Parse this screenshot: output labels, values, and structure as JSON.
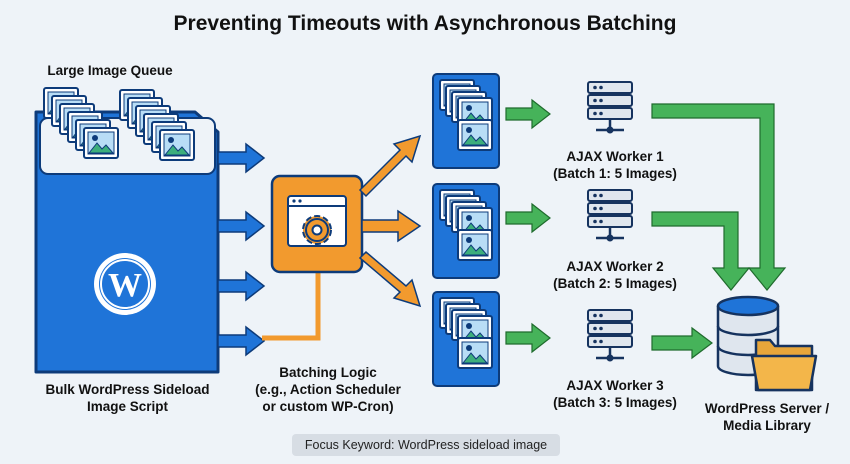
{
  "title": "Preventing Timeouts with Asynchronous Batching",
  "queue_label": "Large Image Queue",
  "script_label": [
    "Bulk WordPress Sideload",
    "Image Script"
  ],
  "batching_label": [
    "Batching Logic",
    "(e.g., Action Scheduler",
    "or custom WP-Cron)"
  ],
  "workers": [
    {
      "name": "AJAX Worker 1",
      "batch": "(Batch 1: 5 Images)"
    },
    {
      "name": "AJAX Worker 2",
      "batch": "(Batch 2: 5 Images)"
    },
    {
      "name": "AJAX Worker 3",
      "batch": "(Batch 3: 5 Images)"
    }
  ],
  "server_label": [
    "WordPress Server /",
    "Media Library"
  ],
  "keyword": "Focus Keyword: WordPress sideload image",
  "colors": {
    "blue": "#1f74d8",
    "blue_dark": "#0d3b7a",
    "orange": "#f29a2e",
    "green": "#46b35a",
    "navy": "#16335f",
    "server": "#dfe6ee",
    "folder": "#f3b64a"
  },
  "icons": [
    "wordpress-logo-icon",
    "gear-icon",
    "image-stack-icon",
    "server-icon",
    "database-icon",
    "folder-icon"
  ]
}
